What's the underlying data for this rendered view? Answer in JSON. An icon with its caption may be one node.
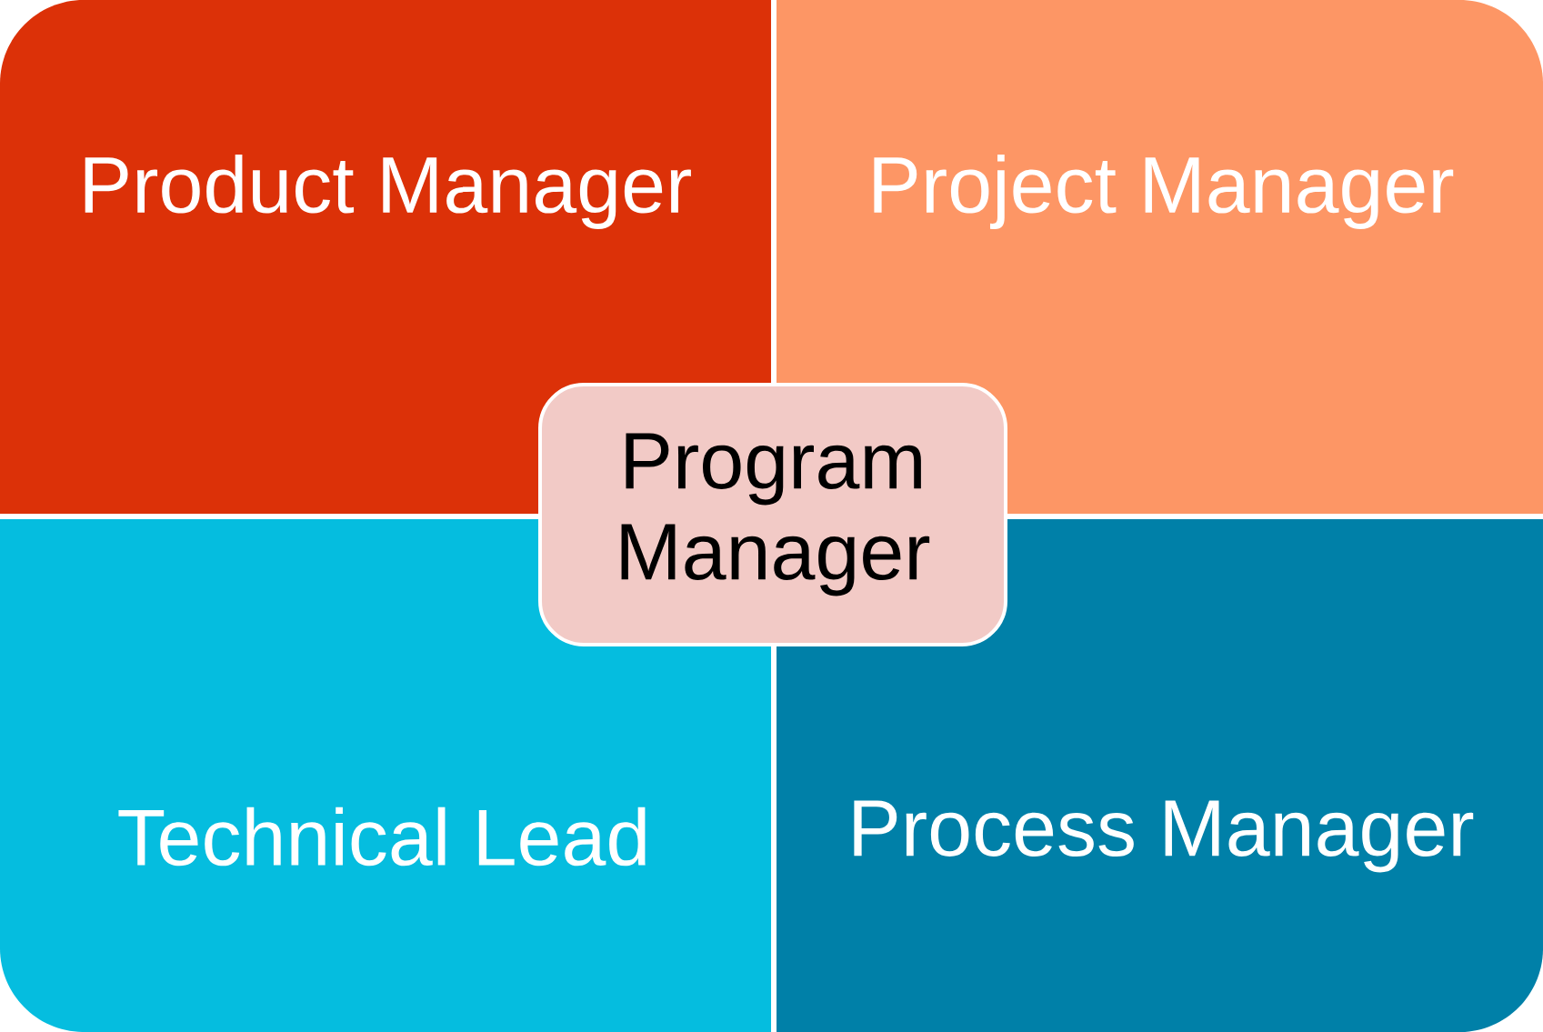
{
  "diagram": {
    "nodes": [
      {
        "text": [
          "Product Manager"
        ]
      },
      {
        "text": [
          "Project Manager"
        ]
      },
      {
        "text": [
          "Technical Lead"
        ]
      },
      {
        "text": [
          "Process Manager"
        ]
      },
      {
        "text": [
          "Program Manager"
        ]
      }
    ]
  }
}
